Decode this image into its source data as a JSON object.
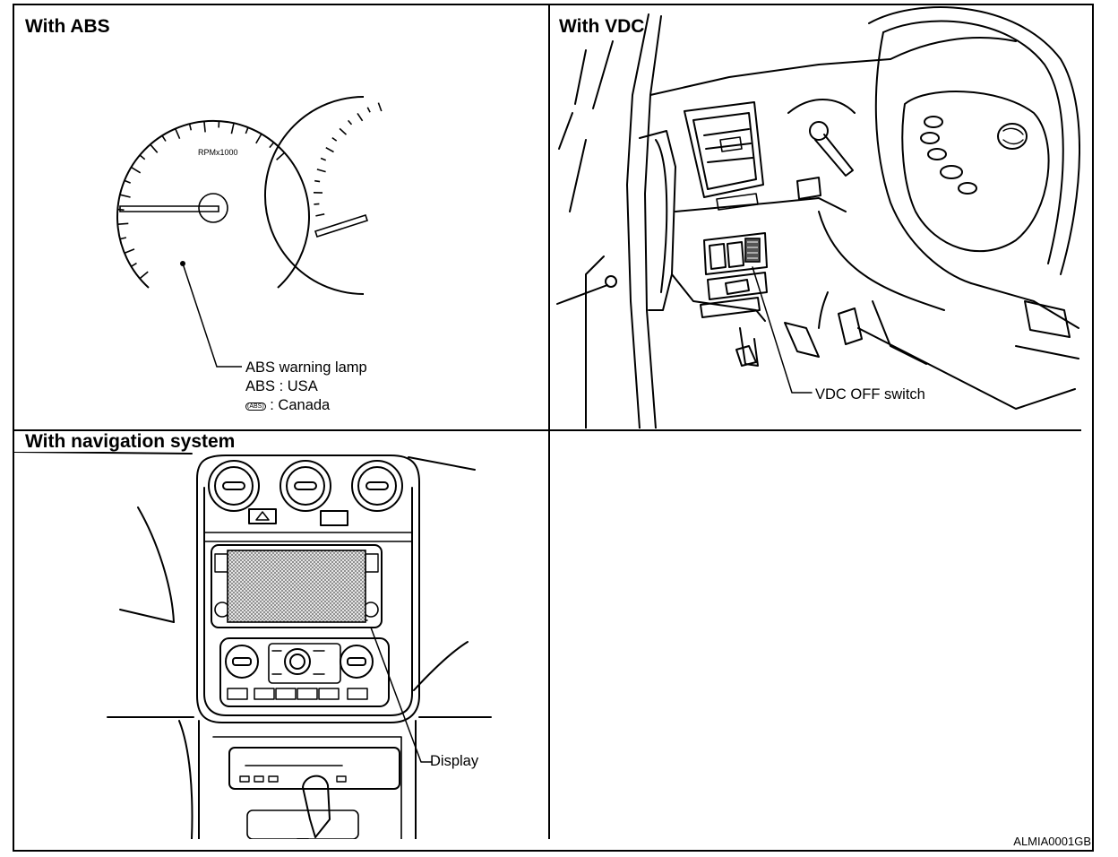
{
  "panels": {
    "abs": {
      "title": "With ABS",
      "gauge_label": "RPMx1000",
      "callout_line1": "ABS warning lamp",
      "callout_line2": "ABS : USA",
      "callout_line3_icon": "(ABS)",
      "callout_line3_text": ": Canada"
    },
    "vdc": {
      "title": "With VDC",
      "callout": "VDC OFF switch"
    },
    "navigation": {
      "title": "With navigation system",
      "callout": "Display"
    }
  },
  "figure_id": "ALMIA0001GB"
}
